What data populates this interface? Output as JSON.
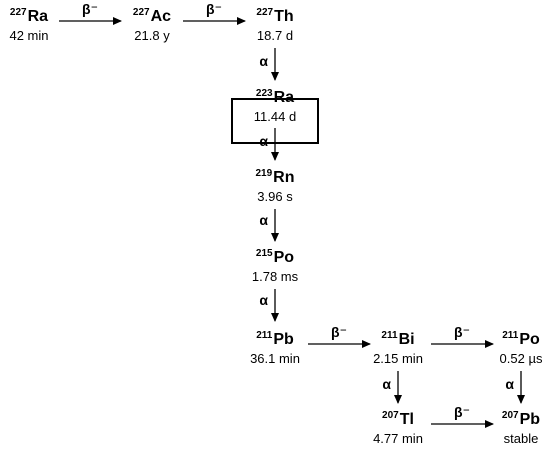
{
  "nuclides": [
    {
      "id": "ra227",
      "mass": "227",
      "symbol": "Ra",
      "half_life": "42 min"
    },
    {
      "id": "ac227",
      "mass": "227",
      "symbol": "Ac",
      "half_life": "21.8 y"
    },
    {
      "id": "th227",
      "mass": "227",
      "symbol": "Th",
      "half_life": "18.7 d"
    },
    {
      "id": "ra223",
      "mass": "223",
      "symbol": "Ra",
      "half_life": "11.44 d"
    },
    {
      "id": "rn219",
      "mass": "219",
      "symbol": "Rn",
      "half_life": "3.96 s"
    },
    {
      "id": "po215",
      "mass": "215",
      "symbol": "Po",
      "half_life": "1.78 ms"
    },
    {
      "id": "pb211",
      "mass": "211",
      "symbol": "Pb",
      "half_life": "36.1 min"
    },
    {
      "id": "bi211",
      "mass": "211",
      "symbol": "Bi",
      "half_life": "2.15 min"
    },
    {
      "id": "po211",
      "mass": "211",
      "symbol": "Po",
      "half_life": "0.52 µs"
    },
    {
      "id": "tl207",
      "mass": "207",
      "symbol": "Tl",
      "half_life": "4.77 min"
    },
    {
      "id": "pb207",
      "mass": "207",
      "symbol": "Pb",
      "half_life": "stable"
    }
  ],
  "decays": [
    {
      "from": "ra227",
      "to": "ac227",
      "mode": "β⁻"
    },
    {
      "from": "ac227",
      "to": "th227",
      "mode": "β⁻"
    },
    {
      "from": "th227",
      "to": "ra223",
      "mode": "α"
    },
    {
      "from": "ra223",
      "to": "rn219",
      "mode": "α"
    },
    {
      "from": "rn219",
      "to": "po215",
      "mode": "α"
    },
    {
      "from": "po215",
      "to": "pb211",
      "mode": "α"
    },
    {
      "from": "pb211",
      "to": "bi211",
      "mode": "β⁻"
    },
    {
      "from": "bi211",
      "to": "po211",
      "mode": "β⁻"
    },
    {
      "from": "bi211",
      "to": "tl207",
      "mode": "α"
    },
    {
      "from": "po211",
      "to": "pb207",
      "mode": "α"
    },
    {
      "from": "tl207",
      "to": "pb207",
      "mode": "β⁻"
    }
  ]
}
